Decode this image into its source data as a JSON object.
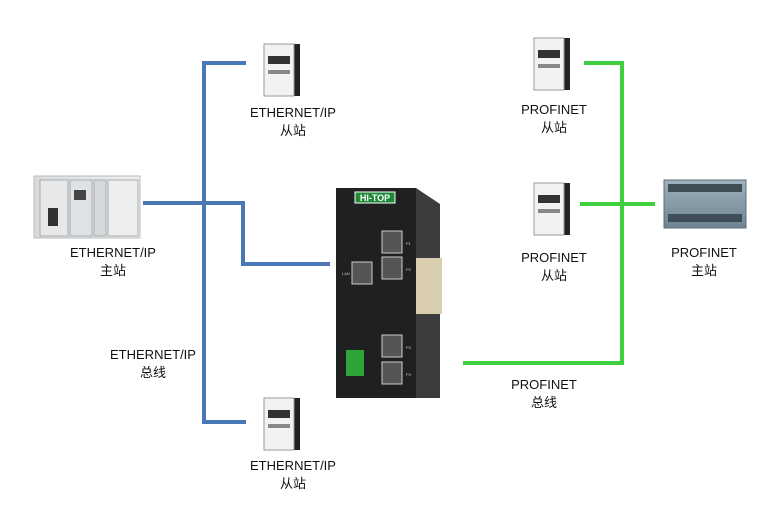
{
  "colors": {
    "ethernet_ip_bus": "#4a78b6",
    "profinet_bus": "#3fcf3f",
    "gateway_body": "#1e2022",
    "gateway_logo": "#1d8a3a"
  },
  "gateway": {
    "logo": "HI-TOP",
    "ports": [
      "P1",
      "P2",
      "P3",
      "P4",
      "LAN"
    ]
  },
  "labels": {
    "eip_master": {
      "line1": "ETHERNET/IP",
      "line2": "主站"
    },
    "eip_bus": {
      "line1": "ETHERNET/IP",
      "line2": "总线"
    },
    "eip_slave_top": {
      "line1": "ETHERNET/IP",
      "line2": "从站"
    },
    "eip_slave_bottom": {
      "line1": "ETHERNET/IP",
      "line2": "从站"
    },
    "pn_slave_top": {
      "line1": "PROFINET",
      "line2": "从站"
    },
    "pn_slave_mid": {
      "line1": "PROFINET",
      "line2": "从站"
    },
    "pn_master": {
      "line1": "PROFINET",
      "line2": "主站"
    },
    "pn_bus": {
      "line1": "PROFINET",
      "line2": "总线"
    }
  }
}
